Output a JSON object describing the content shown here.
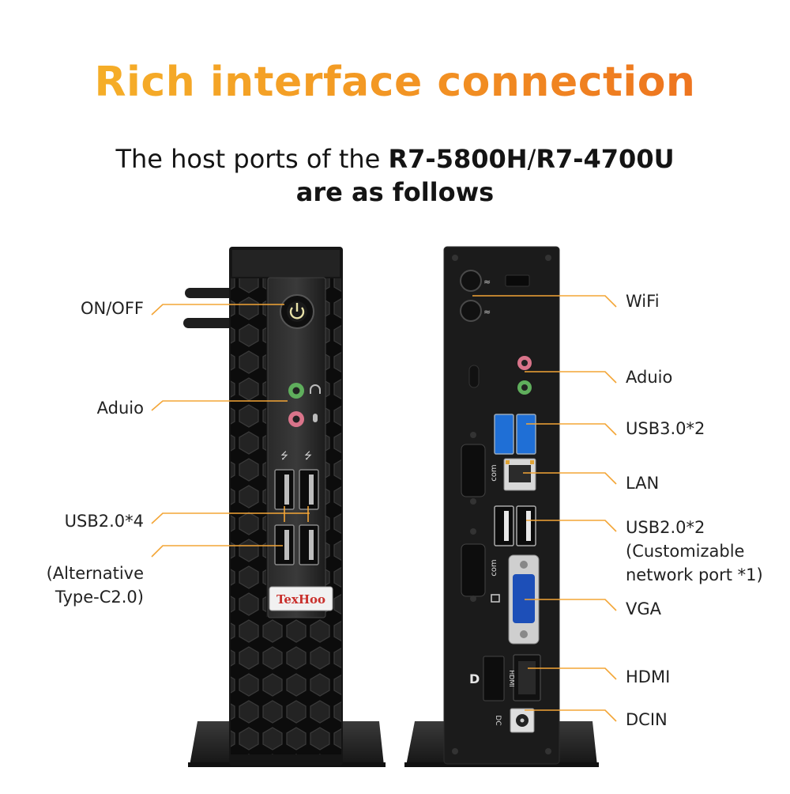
{
  "headline": "Rich interface connection",
  "subtitle": {
    "prefix": "The host ports of the ",
    "model_a": "R7-5800H",
    "separator": "/",
    "model_b": "R7-4700U",
    "line2": "are as follows"
  },
  "front_device": {
    "brand": "TexHoo",
    "labels": {
      "on_off": "ON/OFF",
      "audio": "Aduio",
      "usb": "USB2.0*4",
      "usb_note_1": "(Alternative",
      "usb_note_2": "Type-C2.0)"
    }
  },
  "rear_device": {
    "port_text": {
      "com_top": "com",
      "com_bottom": "com",
      "hdmi": "HDMI",
      "dc": "DC"
    },
    "labels": {
      "wifi": "WiFi",
      "audio": "Aduio",
      "usb3": "USB3.0*2",
      "lan": "LAN",
      "usb2": "USB2.0*2",
      "usb2_note_1": "(Customizable",
      "usb2_note_2": "network port *1)",
      "vga": "VGA",
      "hdmi": "HDMI",
      "dcin": "DCIN"
    }
  },
  "colors": {
    "accent": "#f3a536",
    "chassis": "#1a1a1a",
    "brand_badge": "#c9302c",
    "usb3_blue": "#1f6fd6",
    "audio_green": "#5fae5c",
    "audio_pink": "#d9748a",
    "vga_blue": "#1d4fb8"
  }
}
